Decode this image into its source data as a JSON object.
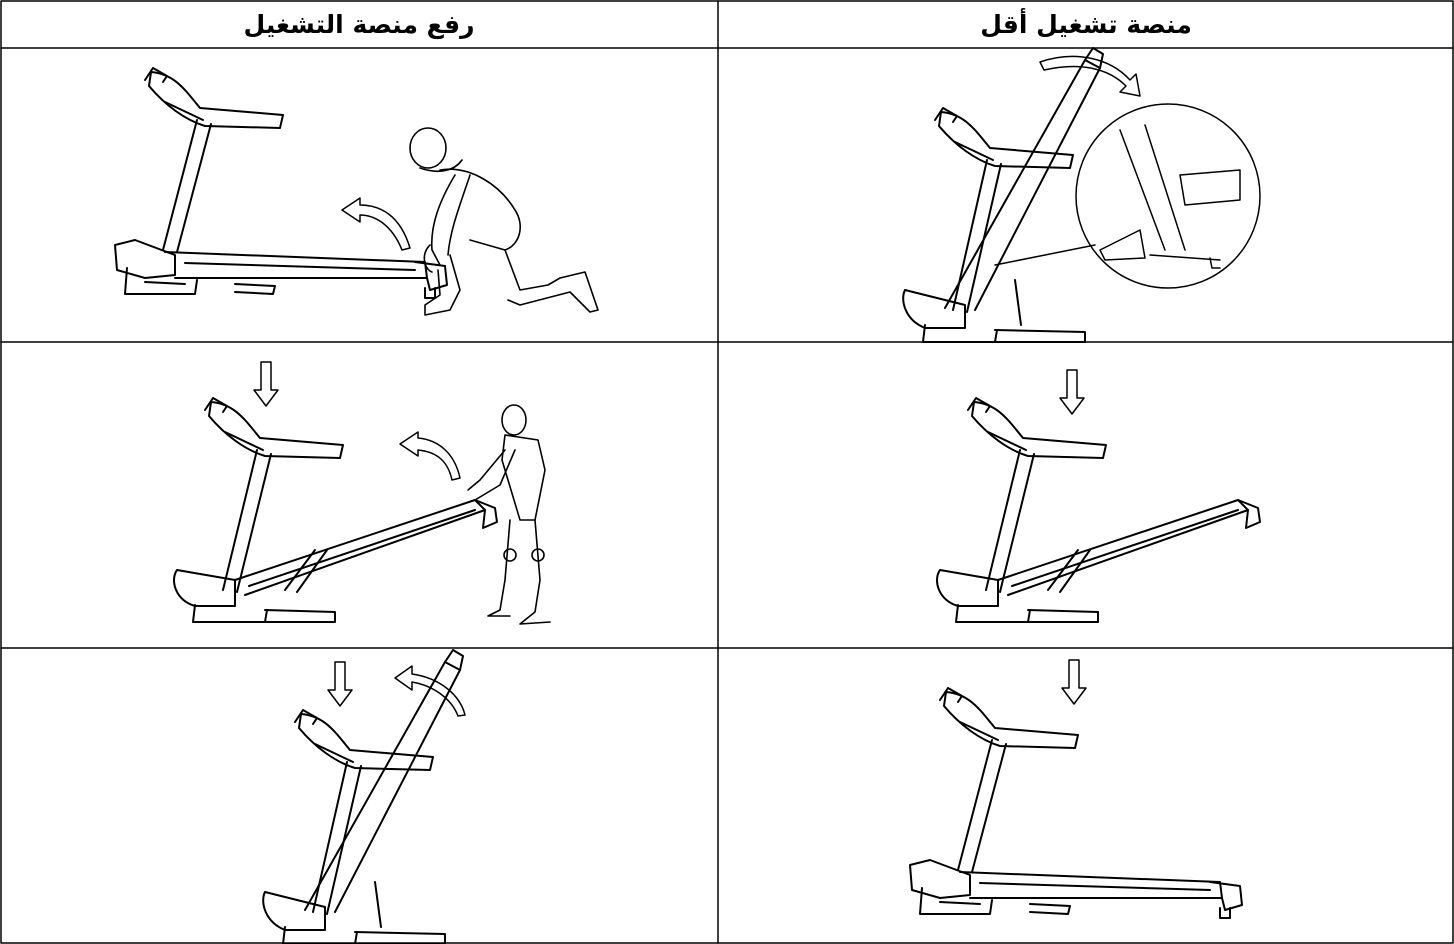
{
  "table": {
    "headers": {
      "raise_column": "رفع منصة التشغيل",
      "lower_column": "منصة تشغيل أقل"
    }
  },
  "colors": {
    "line": "#000000",
    "background": "#ffffff"
  },
  "icons": [
    "treadmill-flat-illustration",
    "treadmill-folded-illustration",
    "treadmill-inclined-illustration",
    "person-kneeling-illustration",
    "person-standing-illustration",
    "arrow-down-icon",
    "curved-arrow-icon",
    "detail-magnifier-circle"
  ]
}
